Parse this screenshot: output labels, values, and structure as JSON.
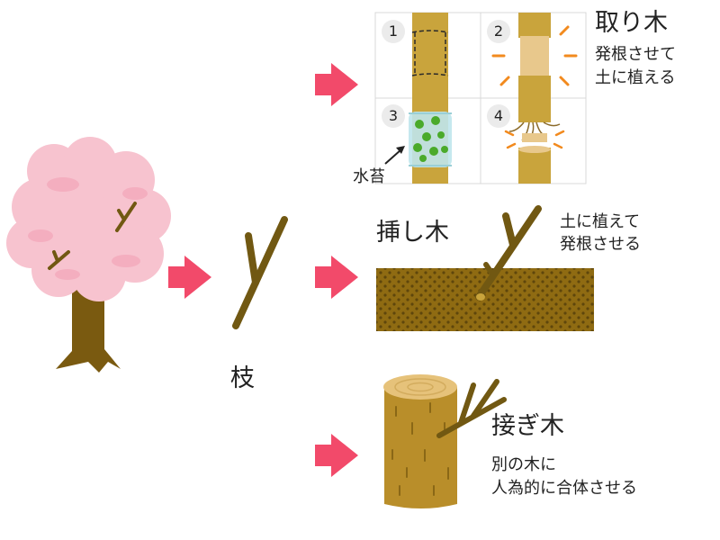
{
  "colors": {
    "arrow": "#f24a6a",
    "trunk": "#7a5a10",
    "blossom": "#f7c3cf",
    "branch": "#715812",
    "pole": "#c9a43c",
    "soil": "#8f6b12",
    "moss": "#4aaa2a"
  },
  "labels": {
    "branch": "枝",
    "layering_title": "取り木",
    "layering_desc_1": "発根させて",
    "layering_desc_2": "土に植える",
    "moss": "水苔",
    "cutting_title": "挿し木",
    "cutting_desc_1": "土に植えて",
    "cutting_desc_2": "発根させる",
    "grafting_title": "接ぎ木",
    "grafting_desc_1": "別の木に",
    "grafting_desc_2": "人為的に合体させる"
  },
  "steps": [
    "1",
    "2",
    "3",
    "4"
  ]
}
